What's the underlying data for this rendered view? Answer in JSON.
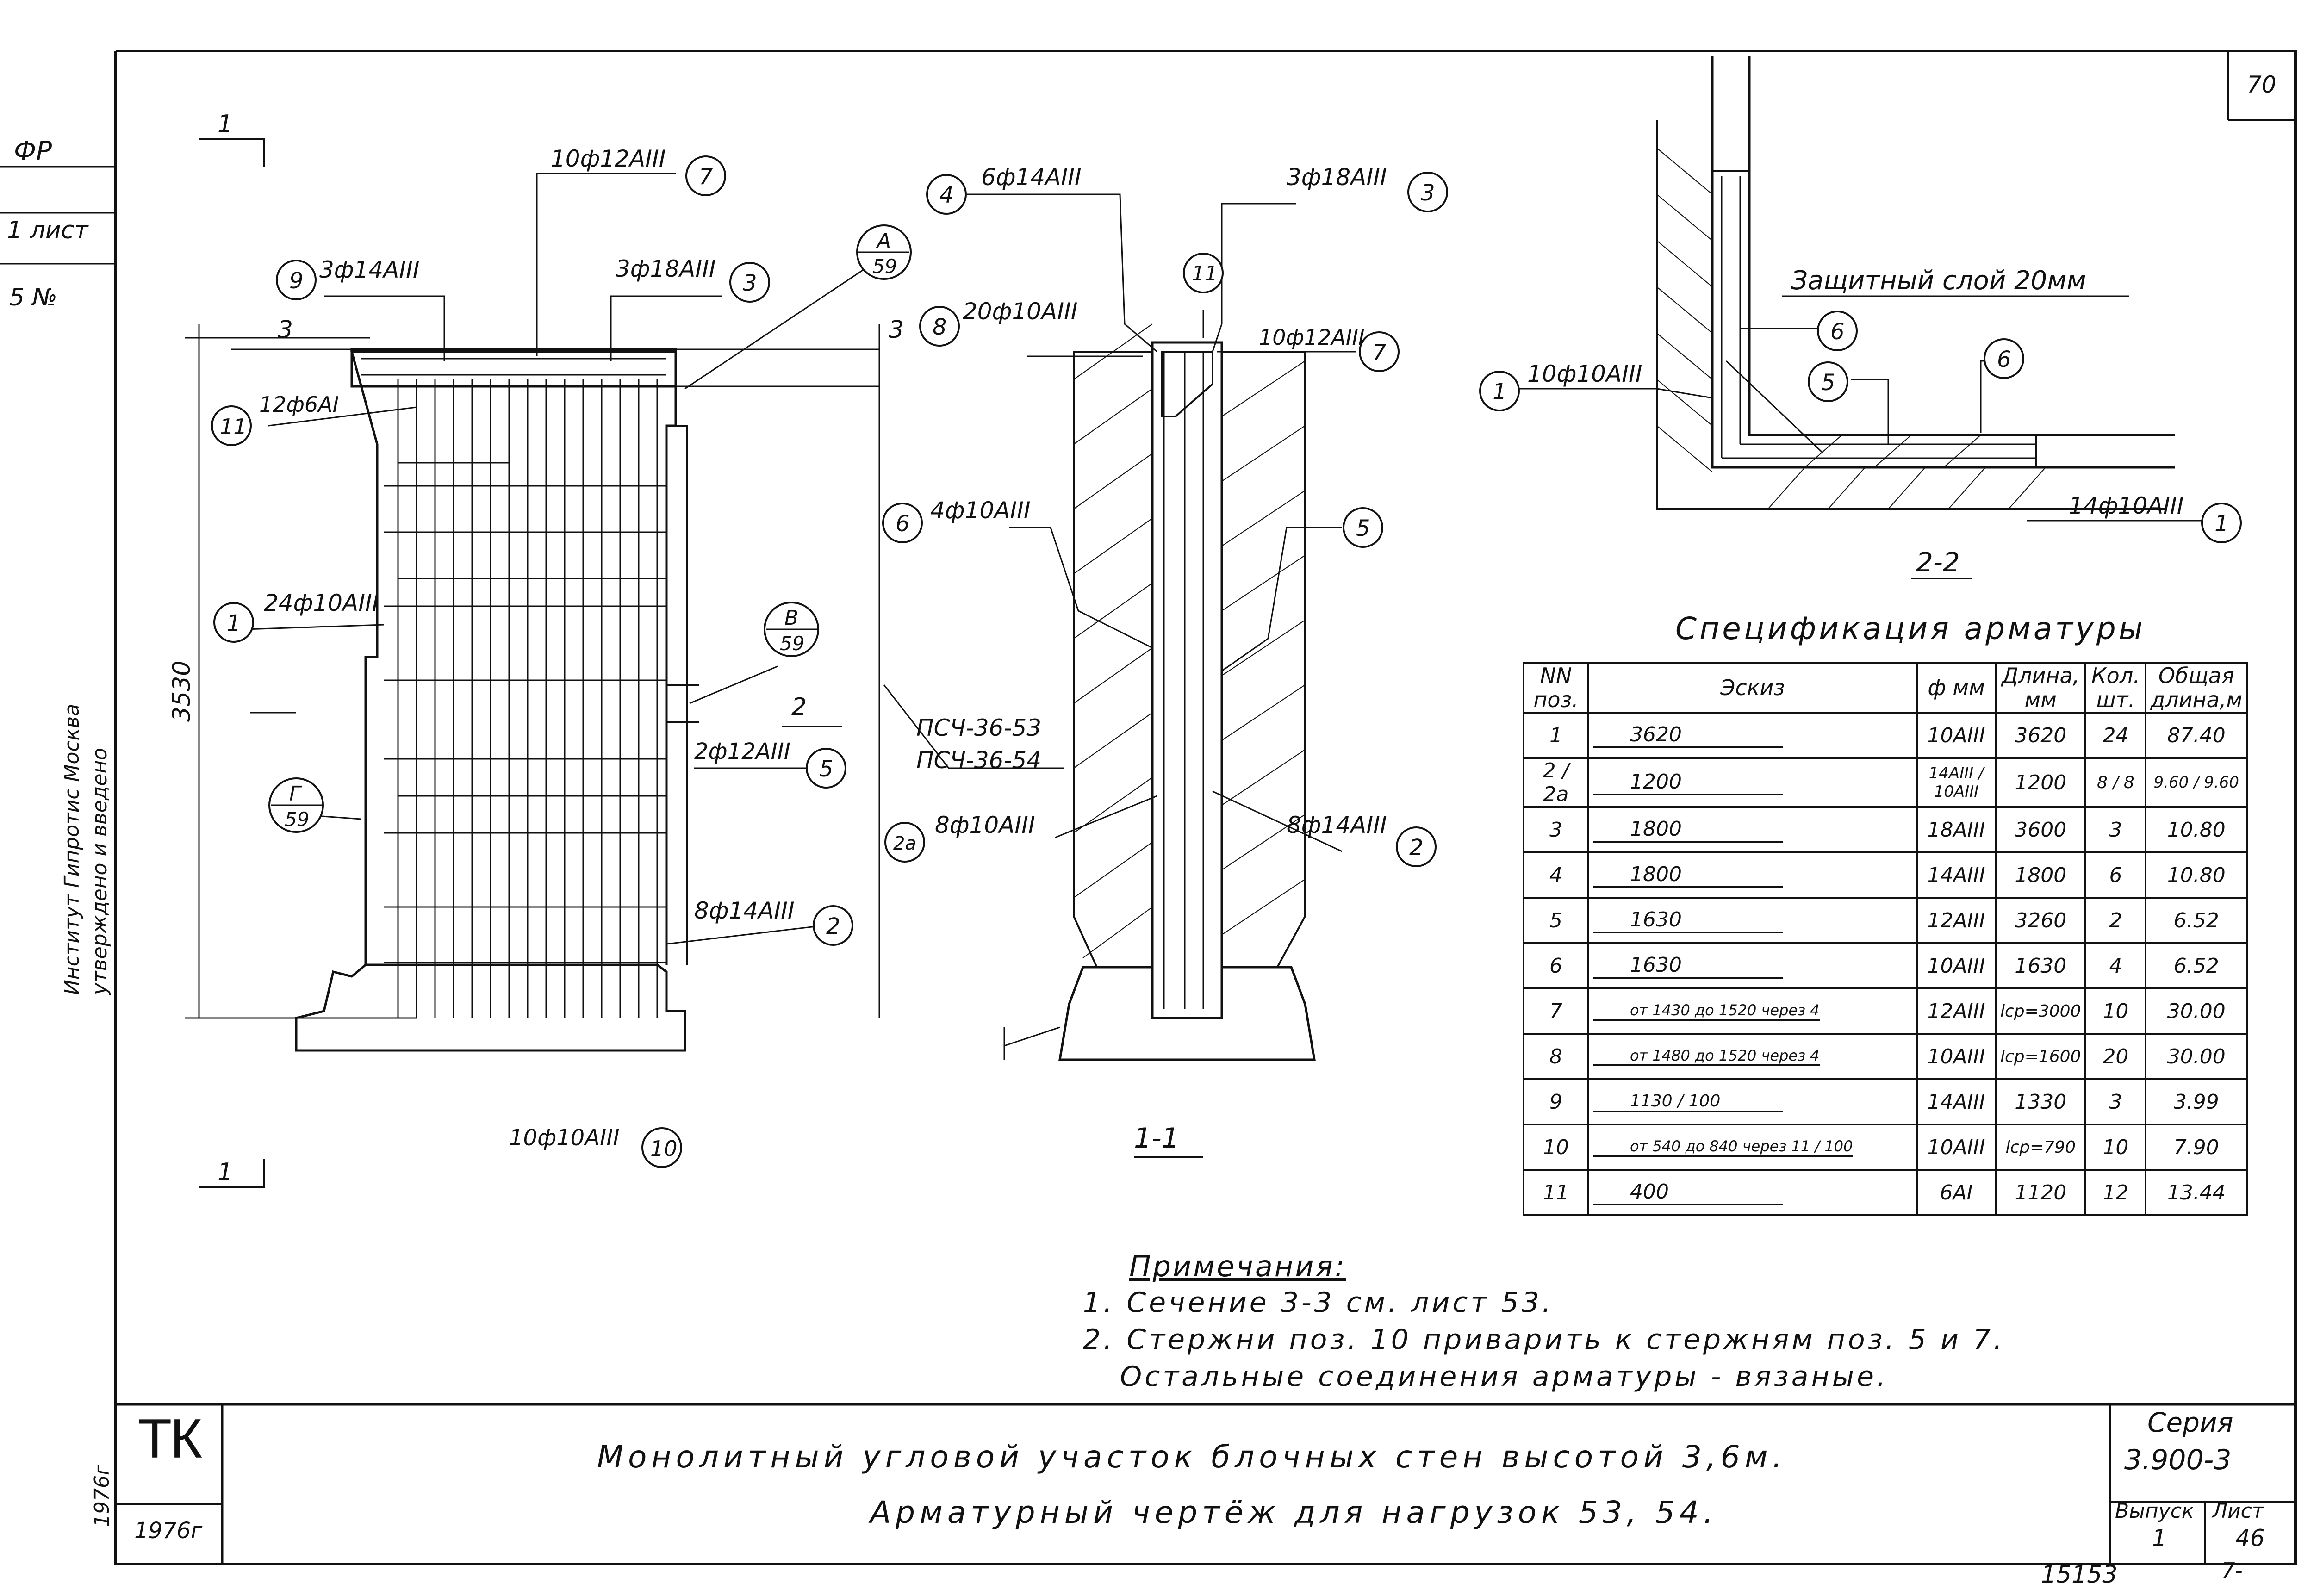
{
  "page_number": "70",
  "sheet_code": "15153",
  "sheet_code_2": "7-",
  "margin_labels": [
    "ФР",
    "1 лист",
    "5 №"
  ],
  "vertical_stamp": [
    "Институт Гипротис Москва",
    "утверждено и введено",
    "1976г"
  ],
  "elevation": {
    "section_mark": "1",
    "section_mark_3": "3",
    "height_dim": "3530",
    "callouts": {
      "c7": "10ф12AIII",
      "c9": "3ф14AIII",
      "c3": "3ф18AIII",
      "c11": "12ф6AI",
      "c1": "24ф10AIII",
      "c5": "2ф12AIII",
      "c2": "8ф14AIII",
      "c10": "10ф10AIII"
    },
    "pos_numbers": [
      "7",
      "9",
      "3",
      "11",
      "1",
      "5",
      "2",
      "10"
    ],
    "detail_refs": [
      {
        "letter": "А",
        "sheet": "59"
      },
      {
        "letter": "В",
        "sheet": "59"
      },
      {
        "letter": "Г",
        "sheet": "59"
      }
    ],
    "section_2": "2"
  },
  "section_1_1": {
    "label": "1-1",
    "callouts": {
      "c4": "6ф14AIII",
      "c3": "3ф18AIII",
      "c8": "20ф10AIII",
      "c7": "10ф12AIII",
      "c6": "4ф10AIII",
      "c2a": "8ф10AIII",
      "c2": "8ф14AIII"
    },
    "pos_numbers": [
      "4",
      "3",
      "8",
      "11",
      "7",
      "6",
      "5",
      "2а",
      "2"
    ],
    "panels": [
      "ПСЧ-36-53",
      "ПСЧ-36-54"
    ]
  },
  "section_2_2": {
    "label": "2-2",
    "protective_layer": "Защитный слой 20мм",
    "c1_top": "10ф10AIII",
    "c1_bottom": "14ф10AIII",
    "pos_numbers": [
      "6",
      "5",
      "6",
      "1",
      "1"
    ]
  },
  "spec": {
    "title": "Спецификация арматуры",
    "headers": [
      "NN поз.",
      "Эскиз",
      "ф мм",
      "Длина, мм",
      "Кол. шт.",
      "Общая длина,м"
    ],
    "rows": [
      {
        "pos": "1",
        "sketch": "3620",
        "dia": "10AIII",
        "len": "3620",
        "qty": "24",
        "total": "87.40"
      },
      {
        "pos": "2 / 2а",
        "sketch": "1200",
        "dia": "14AIII / 10AIII",
        "len": "1200",
        "qty": "8 / 8",
        "total": "9.60 / 9.60"
      },
      {
        "pos": "3",
        "sketch": "1800",
        "dia": "18AIII",
        "len": "3600",
        "qty": "3",
        "total": "10.80"
      },
      {
        "pos": "4",
        "sketch": "1800",
        "dia": "14AIII",
        "len": "1800",
        "qty": "6",
        "total": "10.80"
      },
      {
        "pos": "5",
        "sketch": "1630",
        "dia": "12AIII",
        "len": "3260",
        "qty": "2",
        "total": "6.52"
      },
      {
        "pos": "6",
        "sketch": "1630",
        "dia": "10AIII",
        "len": "1630",
        "qty": "4",
        "total": "6.52"
      },
      {
        "pos": "7",
        "sketch": "от 1430 до 1520 через 4",
        "dia": "12AIII",
        "len": "lср=3000",
        "qty": "10",
        "total": "30.00"
      },
      {
        "pos": "8",
        "sketch": "от 1480 до 1520 через 4",
        "dia": "10AIII",
        "len": "lср=1600",
        "qty": "20",
        "total": "30.00"
      },
      {
        "pos": "9",
        "sketch": "1130 / 100",
        "dia": "14AIII",
        "len": "1330",
        "qty": "3",
        "total": "3.99"
      },
      {
        "pos": "10",
        "sketch": "от 540 до 840 через 11 / 100",
        "dia": "10AIII",
        "len": "lср=790",
        "qty": "10",
        "total": "7.90"
      },
      {
        "pos": "11",
        "sketch": "400",
        "dia": "6AI",
        "len": "1120",
        "qty": "12",
        "total": "13.44"
      }
    ]
  },
  "notes": {
    "title": "Примечания:",
    "items": [
      "1. Сечение 3-3 см. лист 53.",
      "2. Стержни поз. 10 приварить к стержням поз. 5 и 7.",
      "Остальные соединения арматуры - вязаные."
    ]
  },
  "title_block": {
    "logo": "ТК",
    "year": "1976г",
    "line1": "Монолитный угловой участок блочных стен высотой 3,6м.",
    "line2": "Арматурный чертёж для нагрузок 53, 54.",
    "series_label": "Серия",
    "series_value": "3.900-3",
    "issue_label": "Выпуск",
    "issue_value": "1",
    "sheet_label": "Лист",
    "sheet_value": "46"
  }
}
